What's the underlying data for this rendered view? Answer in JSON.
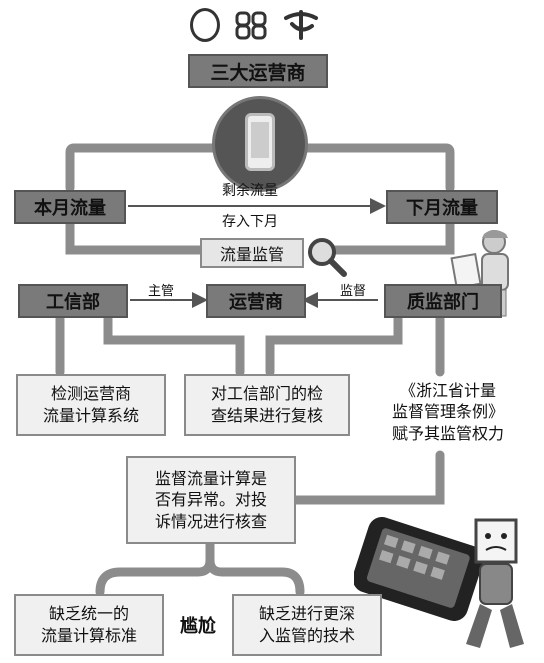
{
  "logos": [
    "移动",
    "联通",
    "电信"
  ],
  "top_title": "三大运营商",
  "center_phone_icon": "smartphone-icon",
  "this_month": "本月流量",
  "next_month": "下月流量",
  "remaining_line1": "剩余流量",
  "remaining_line2": "存入下月",
  "supervision_box": "流量监管",
  "miit": "工信部",
  "operators": "运营商",
  "quality_dept": "质监部门",
  "label_main": "主管",
  "label_supervise": "监督",
  "miit_task": [
    "检测运营商",
    "流量计算系统"
  ],
  "recheck": [
    "对工信部门的检",
    "查结果进行复核"
  ],
  "regulation": [
    "《浙江省计量",
    "监督管理条例》",
    "赋予其监管权力"
  ],
  "check_box": [
    "监督流量计算是",
    "否有异常。对投",
    "诉情况进行核查"
  ],
  "lack_standard": [
    "缺乏统一的",
    "流量计算标准"
  ],
  "awkward": "尴尬",
  "lack_tech": [
    "缺乏进行更深",
    "入监管的技术"
  ],
  "colors": {
    "dark_box": "#7a7a7a",
    "light_box": "#e6e6e6",
    "line": "#8c8c8c"
  }
}
